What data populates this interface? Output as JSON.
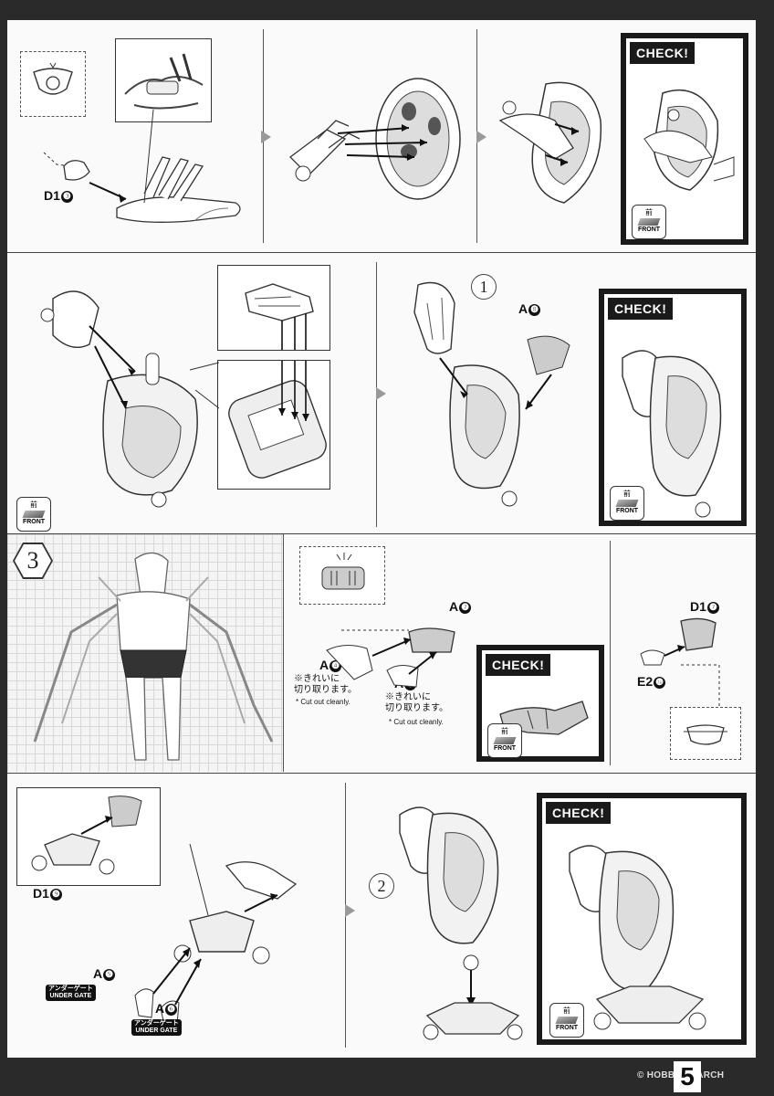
{
  "check": {
    "label": "CHECK!"
  },
  "front": {
    "jp": "前",
    "en": "FRONT"
  },
  "panel1": {
    "part": "D1",
    "num": "❸"
  },
  "panel2": {
    "step": "1",
    "part": "A",
    "num": "❽"
  },
  "panel3": {
    "step": "3",
    "p1": "A",
    "p1n": "❼",
    "p2": "A",
    "p2n": "❹",
    "p3": "A",
    "p3n": "❸",
    "note_jp1": "※きれいに",
    "note_jp2": "切り取ります。",
    "note_en": "* Cut out cleanly.",
    "note2_jp1": "※きれいに",
    "note2_jp2": "切り取ります。",
    "note2_en": "* Cut out cleanly.",
    "q1": "D1",
    "q1n": "❼",
    "q2": "E2",
    "q2n": "❿"
  },
  "panel4": {
    "p1": "D1",
    "p1n": "❾",
    "p2": "A",
    "p2n": "❺",
    "p3": "A",
    "p3n": "❻",
    "gate_jp": "アンダーゲート",
    "gate_en": "UNDER GATE",
    "step": "2"
  },
  "footer": {
    "page": "5",
    "watermark": "© HOBBY SEARCH"
  }
}
